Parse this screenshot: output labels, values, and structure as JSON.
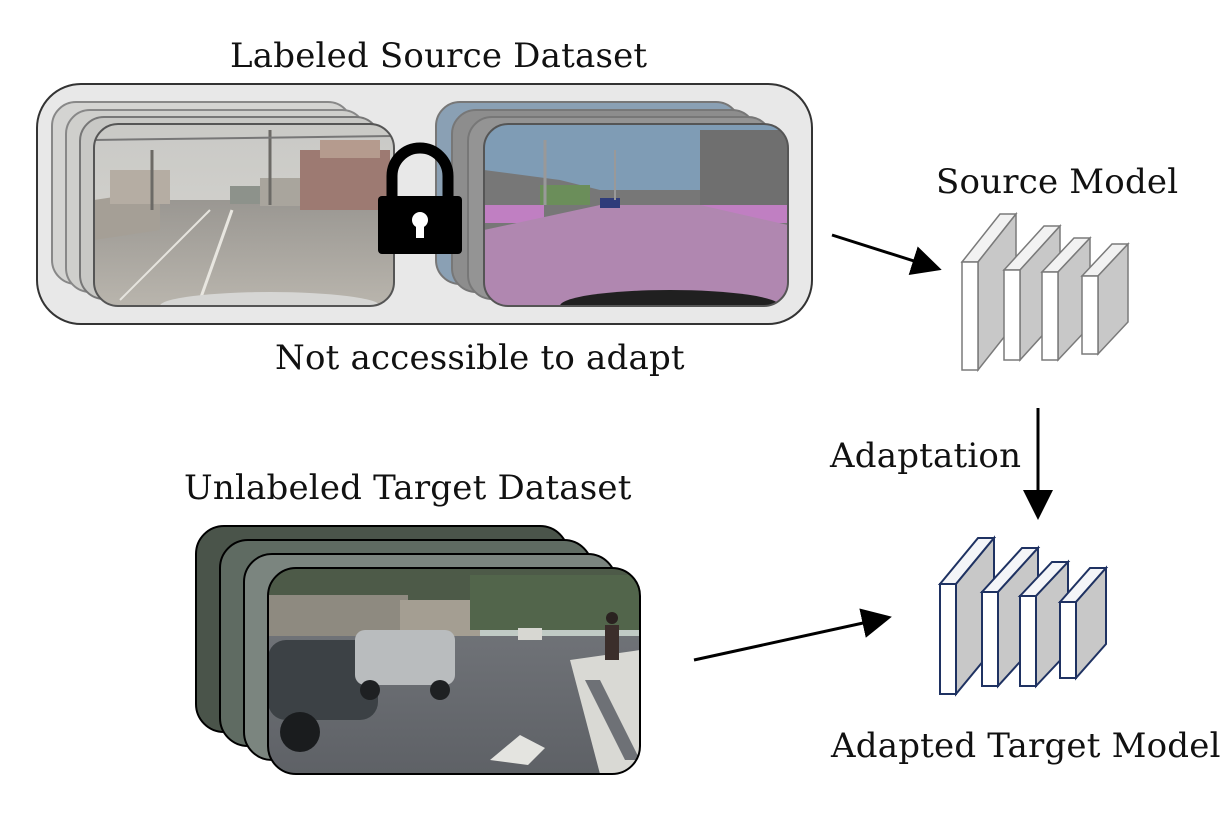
{
  "labels": {
    "source_dataset_title": "Labeled Source Dataset",
    "not_accessible": "Not accessible to adapt",
    "source_model": "Source Model",
    "adaptation": "Adaptation",
    "target_dataset_title": "Unlabeled Target Dataset",
    "adapted_model": "Adapted Target Model"
  },
  "icons": {
    "lock": "lock-icon",
    "arrows": "arrow-icon"
  },
  "colors": {
    "source_panel_bg": "#e8e8e8",
    "segmentation_sky": "#7f9cb5",
    "segmentation_road": "#b087b0",
    "segmentation_building": "#777777",
    "source_model_edge": "#8a8a8a",
    "adapted_model_edge": "#1f3262",
    "layer_face": "#c8c8c8"
  }
}
